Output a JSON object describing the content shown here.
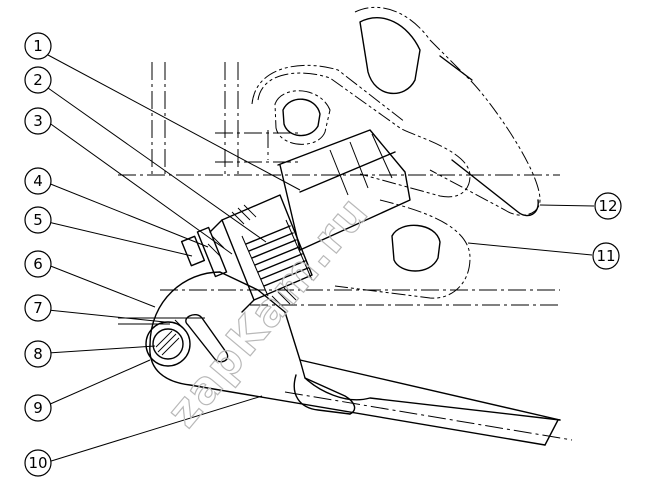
{
  "watermark": "zapKam.ru",
  "callouts": [
    {
      "label": "1"
    },
    {
      "label": "2"
    },
    {
      "label": "3"
    },
    {
      "label": "4"
    },
    {
      "label": "5"
    },
    {
      "label": "6"
    },
    {
      "label": "7"
    },
    {
      "label": "8"
    },
    {
      "label": "9"
    },
    {
      "label": "10"
    },
    {
      "label": "11"
    },
    {
      "label": "12"
    }
  ]
}
